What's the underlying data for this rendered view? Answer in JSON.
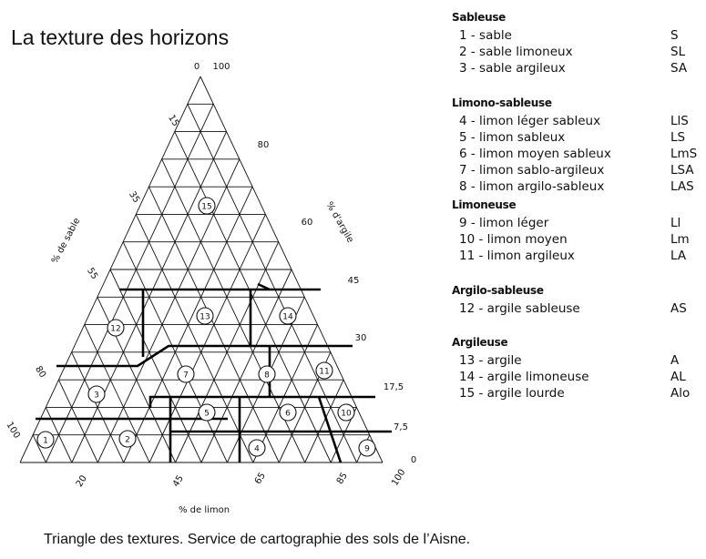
{
  "title": "La texture des horizons",
  "caption": "Triangle des textures. Service de cartographie des sols de l’Aisne.",
  "axes": {
    "sable": {
      "label": "% de sable",
      "ticks": [
        "15",
        "35",
        "55",
        "80",
        "100"
      ]
    },
    "argile": {
      "label": "% d'argile",
      "ticks": [
        "100",
        "80",
        "60",
        "45",
        "30",
        "17,5",
        "7,5",
        "0"
      ]
    },
    "limon": {
      "label": "% de limon",
      "ticks": [
        "0",
        "20",
        "45",
        "65",
        "85",
        "100"
      ]
    }
  },
  "zone_numbers": [
    "1",
    "2",
    "3",
    "4",
    "5",
    "6",
    "7",
    "8",
    "9",
    "10",
    "11",
    "12",
    "13",
    "14",
    "15"
  ],
  "legend": [
    {
      "title": "Sableuse",
      "items": [
        {
          "label": "1 - sable",
          "abbr": "S"
        },
        {
          "label": "2 - sable limoneux",
          "abbr": "SL"
        },
        {
          "label": "3 - sable argileux",
          "abbr": "SA"
        }
      ]
    },
    {
      "title": "Limono-sableuse",
      "items": [
        {
          "label": "4 - limon léger sableux",
          "abbr": "LlS"
        },
        {
          "label": "5 - limon sableux",
          "abbr": "LS"
        },
        {
          "label": "6 - limon moyen sableux",
          "abbr": "LmS"
        },
        {
          "label": "7 - limon sablo-argileux",
          "abbr": "LSA"
        },
        {
          "label": "8 - limon argilo-sableux",
          "abbr": "LAS"
        }
      ]
    },
    {
      "title": "Limoneuse",
      "items": [
        {
          "label": "9 - limon léger",
          "abbr": "Ll"
        },
        {
          "label": "10 - limon moyen",
          "abbr": "Lm"
        },
        {
          "label": "11 - limon argileux",
          "abbr": "LA"
        }
      ]
    },
    {
      "title": "Argilo-sableuse",
      "items": [
        {
          "label": "12 - argile sableuse",
          "abbr": "AS"
        }
      ]
    },
    {
      "title": "Argileuse",
      "items": [
        {
          "label": "13 - argile",
          "abbr": "A"
        },
        {
          "label": "14 - argile limoneuse",
          "abbr": "AL"
        },
        {
          "label": "15 - argile lourde",
          "abbr": "Alo"
        }
      ]
    }
  ]
}
